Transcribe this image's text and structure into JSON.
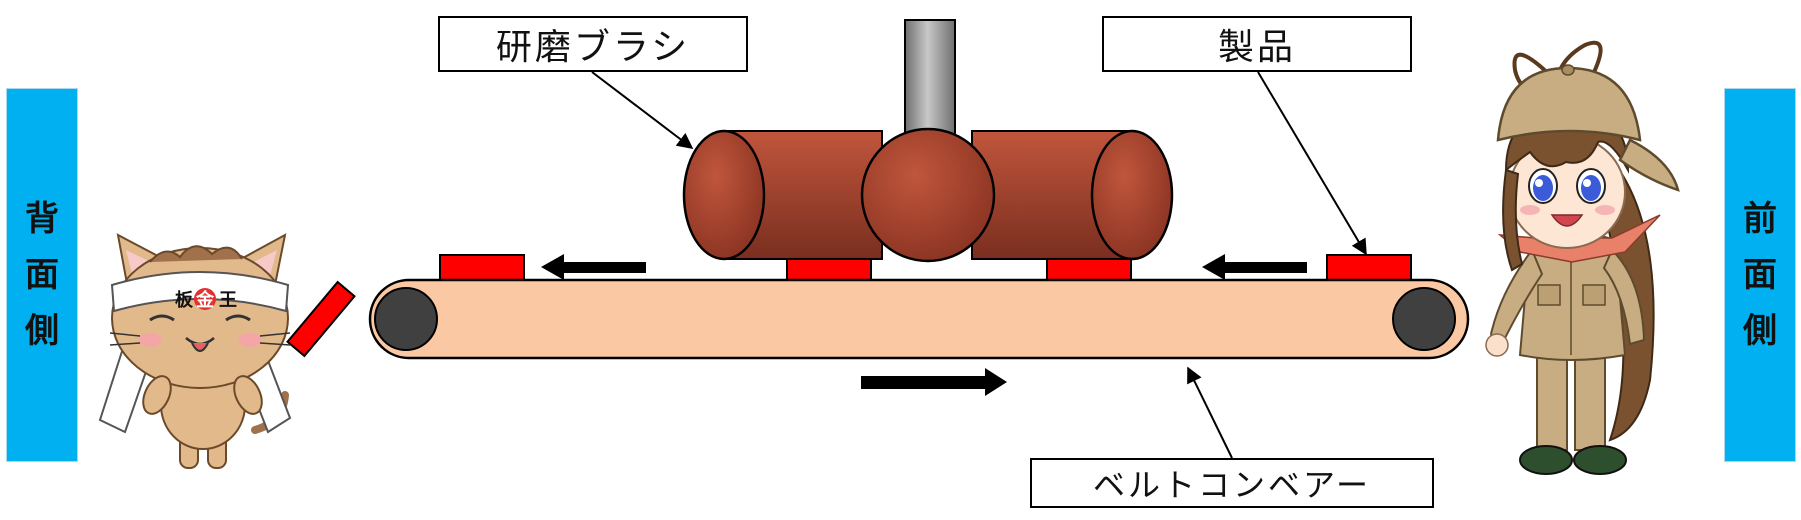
{
  "sides": {
    "back": {
      "label": [
        "背",
        "面",
        "側"
      ]
    },
    "front": {
      "label": [
        "前",
        "面",
        "側"
      ]
    }
  },
  "labels": {
    "brush": "研磨ブラシ",
    "product": "製品",
    "conveyor": "ベルトコンベアー"
  },
  "mascot": {
    "headband_text": [
      "板",
      "金",
      "王"
    ]
  },
  "colors": {
    "panel": "#00b0f0",
    "belt": "#fac9a4",
    "roller": "#404040",
    "brush": "#a9452f",
    "product": "#ff0000",
    "shaft": "#8a8a8a"
  },
  "icons": [
    "cat-mascot-icon",
    "girl-mascot-icon",
    "arrow-left-icon",
    "arrow-right-icon"
  ]
}
